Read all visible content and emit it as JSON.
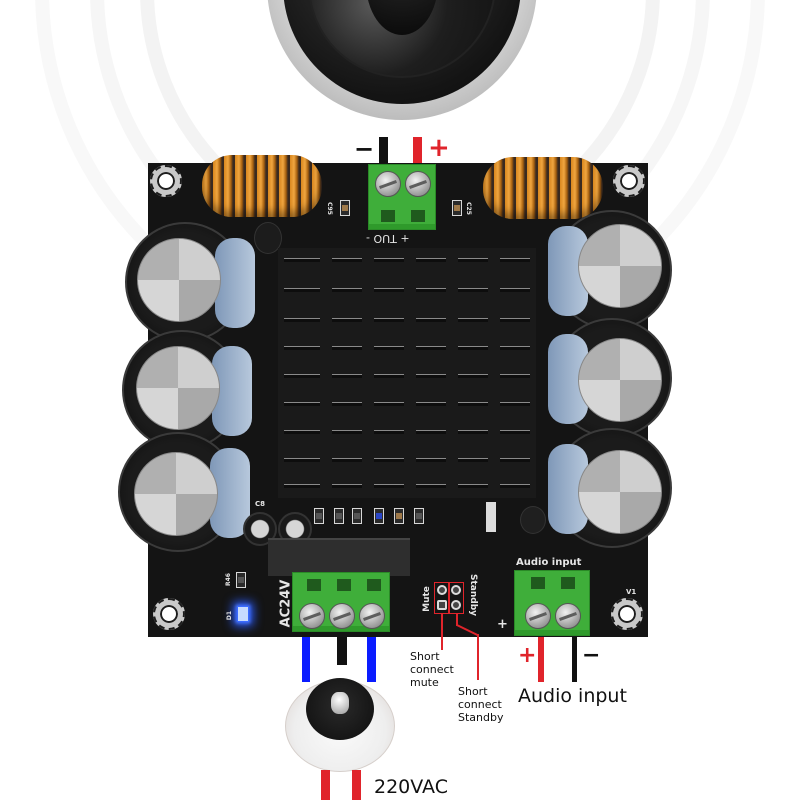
{
  "speaker": {
    "minus_label": "−",
    "plus_label": "+",
    "wire_colors": {
      "negative": "#111111",
      "positive": "#e0242b"
    }
  },
  "board": {
    "out_silk": "- OUT +",
    "cap_labels": {
      "c_left": "C95",
      "c_right": "C25",
      "c8": "C8",
      "r_led": "R46",
      "led": "D1",
      "v1": "V1"
    },
    "power_terminal_label": "AC24V",
    "audio_terminal_label": "Audio input",
    "audio_plus_silk": "+",
    "jumper": {
      "mute_label": "Mute",
      "standby_label": "Standby"
    },
    "led_color": "#2c5dff",
    "pcb_color": "#141414",
    "terminal_color": "#3fae3a"
  },
  "annotations": {
    "short_mute": [
      "Short",
      "connect",
      "mute"
    ],
    "short_standby": [
      "Short",
      "connect",
      "Standby"
    ],
    "audio_input": "Audio input",
    "audio_plus": "+",
    "audio_minus": "−",
    "mains": "220VAC",
    "callout_color": "#e0242b"
  },
  "power_wires": {
    "colors": [
      "#0a1cff",
      "#111111",
      "#0a1cff"
    ]
  },
  "mains_wires": {
    "colors": [
      "#e0242b",
      "#e0242b"
    ]
  }
}
